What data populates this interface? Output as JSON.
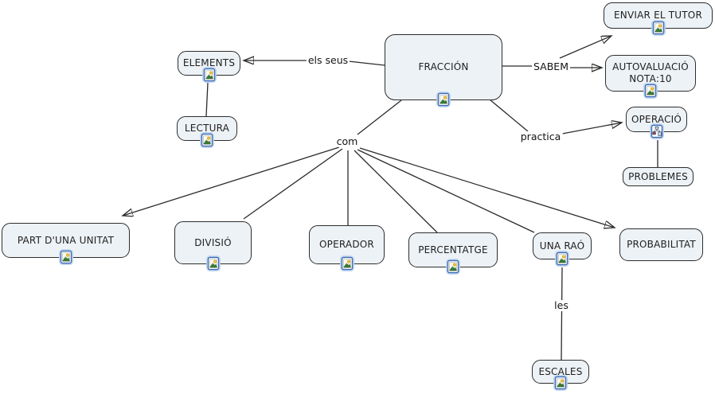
{
  "diagram": {
    "type": "concept-map",
    "topic": "FRACCIÓN",
    "language": "Catalan"
  },
  "colors": {
    "background": "#ffffff",
    "node_fill": "#edf2f6",
    "node_border": "#2d2d2d",
    "line": "#2b2b2b",
    "text": "#1f1f1f",
    "icon_frame_blue": "#3c69b5",
    "icon_halo_blue": "#b9d4ee",
    "icon_sun_yellow": "#f2c23d",
    "icon_mountain_green": "#3a7a35"
  },
  "nodes": {
    "fraccion": {
      "label": "FRACCIÓN"
    },
    "enviar_el_tutor": {
      "label": "ENVIAR EL TUTOR"
    },
    "autovaluacio": {
      "label": "AUTOVALUACIÓ\nNOTA:10"
    },
    "elements": {
      "label": "ELEMENTS"
    },
    "lectura": {
      "label": "LECTURA"
    },
    "operacio": {
      "label": "OPERACIÓ"
    },
    "problemes": {
      "label": "PROBLEMES"
    },
    "part_duna_unitat": {
      "label": "PART D'UNA UNITAT"
    },
    "divisio": {
      "label": "DIVISIÓ"
    },
    "operador": {
      "label": "OPERADOR"
    },
    "percentatge": {
      "label": "PERCENTATGE"
    },
    "una_rao": {
      "label": "UNA RAÓ"
    },
    "probabilitat": {
      "label": "PROBABILITAT"
    },
    "escales": {
      "label": "ESCALES"
    }
  },
  "link_labels": {
    "els_seus": "els seus",
    "sabem": "SABEM",
    "practica": "practica",
    "com": "com",
    "les": "les"
  },
  "icons": {
    "image_resource": "image-resource-icon",
    "cmap_resource": "cmap-resource-icon"
  }
}
